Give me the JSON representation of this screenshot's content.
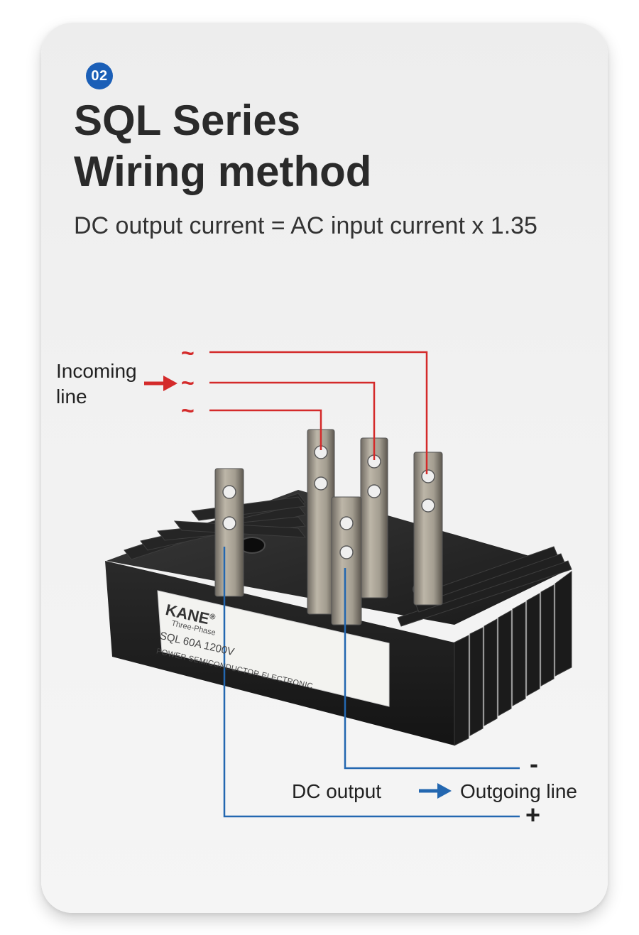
{
  "badge": "02",
  "title": {
    "line1": "SQL Series",
    "line2": "Wiring method"
  },
  "subtitle": "DC output current = AC input current x 1.35",
  "labels": {
    "incoming_line": "Incoming line",
    "dc_output": "DC output",
    "outgoing_line": "Outgoing line",
    "minus": "-",
    "plus": "+",
    "ac_symbol": "~"
  },
  "device": {
    "brand": "KANE",
    "registered": "®",
    "type": "Three-Phase",
    "model": "SQL 60A 1200V",
    "description": "POWER SEMICONDUCTOR ELECTRONIC"
  },
  "colors": {
    "accent_blue": "#1b5fb7",
    "ac_red": "#d42a2a",
    "dc_blue": "#2367b0",
    "heatsink": "#1c1c1c"
  },
  "icons": {
    "incoming_arrow": "arrow-right-icon",
    "outgoing_arrow": "arrow-right-icon"
  }
}
